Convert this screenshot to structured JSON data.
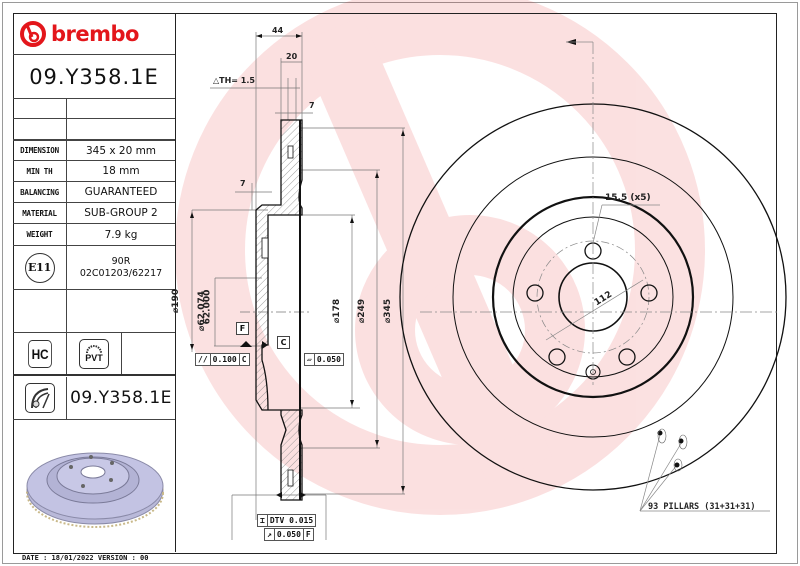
{
  "brand": {
    "name": "brembo",
    "color": "#e3161b"
  },
  "part_number": "09.Y358.1E",
  "specs": [
    {
      "label": "DIMENSION",
      "value": "345 x 20 mm"
    },
    {
      "label": "MIN TH",
      "value": "18 mm"
    },
    {
      "label": "BALANCING",
      "value": "GUARANTEED"
    },
    {
      "label": "MATERIAL",
      "value": "SUB-GROUP 2"
    },
    {
      "label": "WEIGHT",
      "value": "7.9 kg"
    }
  ],
  "homologation": {
    "mark": "E11",
    "regulation": "90R",
    "approval": "02C01203/62217"
  },
  "badges": {
    "hc": "HC",
    "pvt": "PVT"
  },
  "footer_part_number": "09.Y358.1E",
  "footer": {
    "date_line": "DATE : 18/01/2022 VERSION : 00"
  },
  "drawing": {
    "dims_top": {
      "overall_width": "44",
      "thickness": "20",
      "delta_th": "△TH= 1.5",
      "vent_7_top": "7",
      "vent_7_mid": "7"
    },
    "diameters": {
      "d190": "⌀190",
      "d62_max": "⌀62.074",
      "d62_min": "62.000",
      "d178": "⌀178",
      "d249": "⌀249",
      "d345": "⌀345"
    },
    "datums": {
      "f": "F",
      "c": "C"
    },
    "tolerances": {
      "parallelism": {
        "symbol": "//",
        "value": "0.100",
        "datum": "C"
      },
      "flatness": {
        "symbol": "▱",
        "value": "0.050"
      },
      "dtv": {
        "symbol": "⌶",
        "value": "DTV 0.015"
      },
      "runout": {
        "symbol": "↗",
        "value": "0.050",
        "datum": "F"
      }
    },
    "front_view": {
      "bolt_holes": "15.5 (x5)",
      "pcd": "112",
      "pillars": "93 PILLARS (31+31+31)"
    }
  }
}
